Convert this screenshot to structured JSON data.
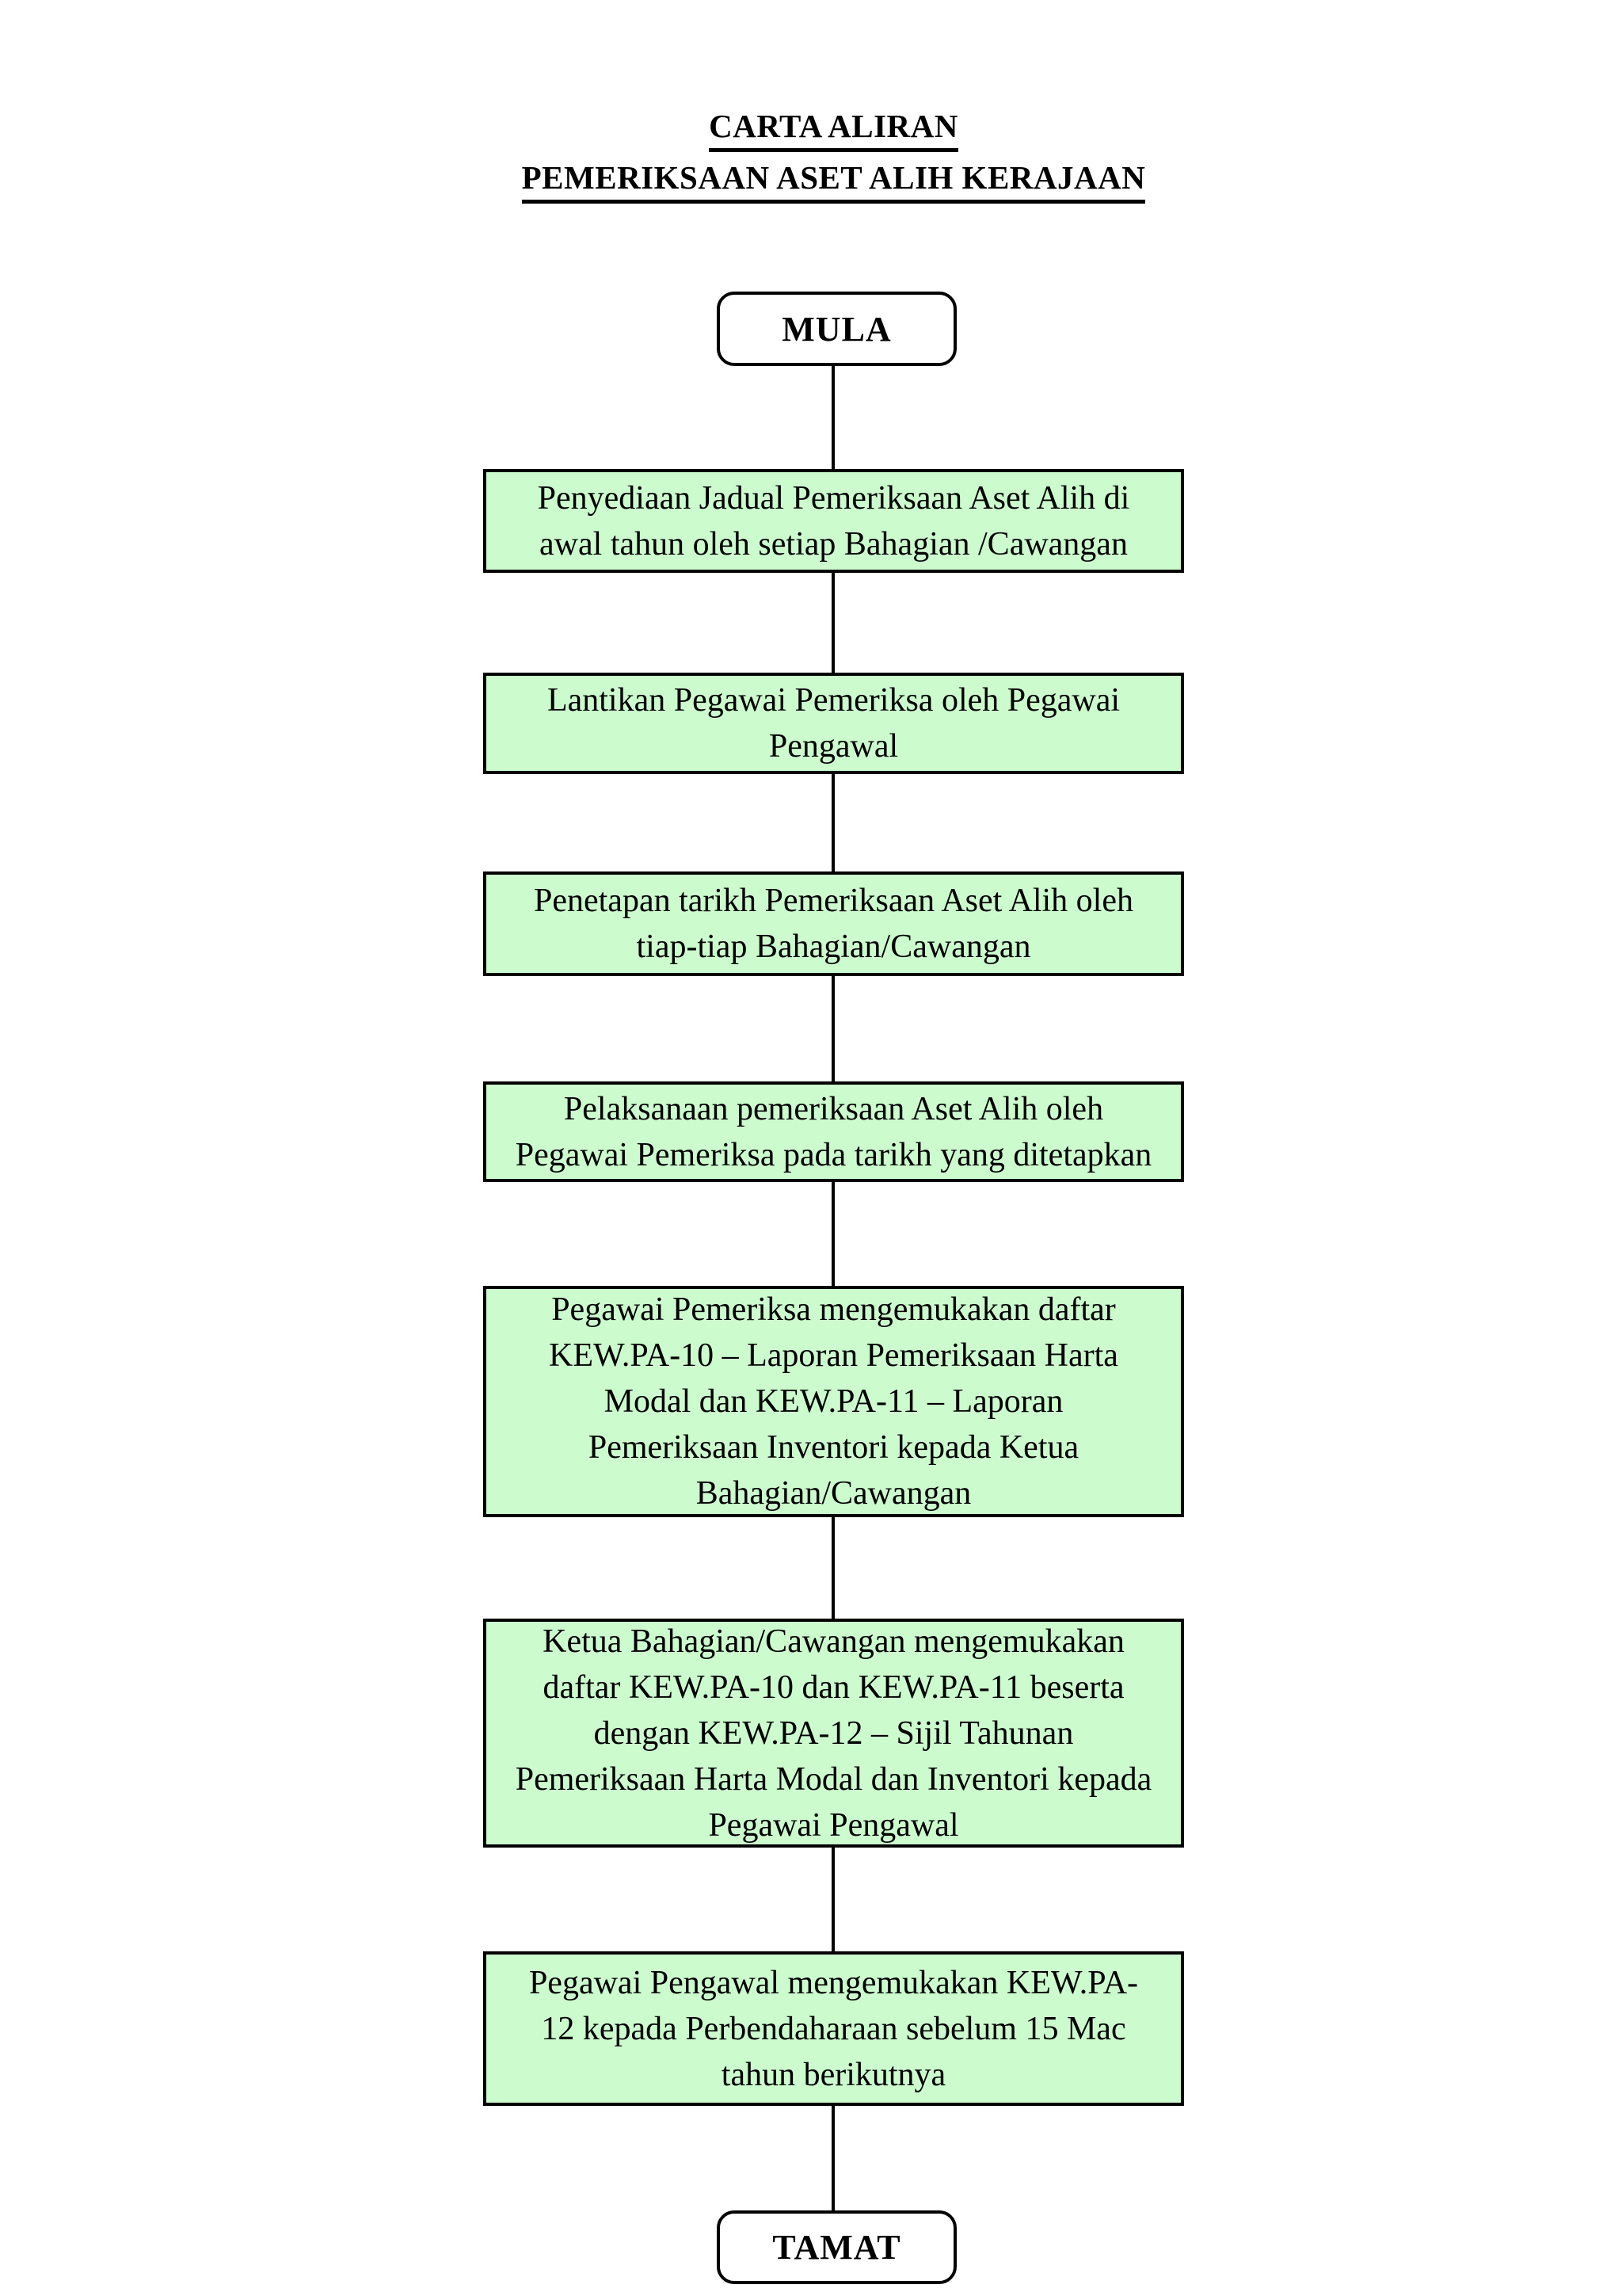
{
  "title": {
    "line1": "CARTA ALIRAN",
    "line2": "PEMERIKSAAN ASET ALIH KERAJAAN"
  },
  "flow": {
    "start_label": "MULA",
    "steps": [
      {
        "lines": [
          "Penyediaan Jadual Pemeriksaan Aset Alih di",
          "awal tahun oleh setiap Bahagian /Cawangan"
        ]
      },
      {
        "lines": [
          "Lantikan Pegawai Pemeriksa oleh Pegawai",
          "Pengawal"
        ]
      },
      {
        "lines": [
          "Penetapan tarikh Pemeriksaan Aset Alih oleh",
          "tiap-tiap Bahagian/Cawangan"
        ]
      },
      {
        "lines": [
          "Pelaksanaan pemeriksaan Aset Alih oleh",
          "Pegawai Pemeriksa pada tarikh yang ditetapkan"
        ]
      },
      {
        "lines": [
          "Pegawai Pemeriksa mengemukakan daftar",
          "KEW.PA-10 – Laporan Pemeriksaan Harta",
          "Modal dan KEW.PA-11 – Laporan",
          "Pemeriksaan Inventori kepada Ketua",
          "Bahagian/Cawangan"
        ]
      },
      {
        "lines": [
          "Ketua Bahagian/Cawangan mengemukakan",
          "daftar KEW.PA-10 dan KEW.PA-11 beserta",
          "dengan KEW.PA-12 – Sijil Tahunan",
          "Pemeriksaan Harta Modal dan Inventori kepada",
          "Pegawai Pengawal"
        ]
      },
      {
        "lines": [
          "Pegawai Pengawal mengemukakan KEW.PA-",
          "12 kepada Perbendaharaan sebelum 15 Mac",
          "tahun berikutnya"
        ]
      }
    ],
    "end_label": "TAMAT"
  },
  "colors": {
    "process_fill": "#ccfcce",
    "terminator_fill": "#ffffff",
    "node_border": "#000000",
    "text": "#000000"
  }
}
